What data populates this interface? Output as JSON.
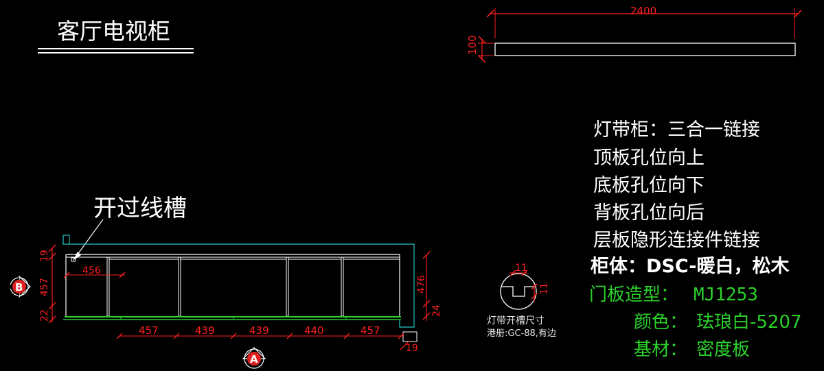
{
  "colors": {
    "background": "#000000",
    "outline": "#ffffff",
    "dimension": "#ff2020",
    "cyan": "#27c9c9",
    "green": "#2bd12b",
    "note_green": "#2bd12b"
  },
  "title": "客厅电视柜",
  "top_panel": {
    "width": "2400",
    "height": "100"
  },
  "slot_label": "开过线槽",
  "notes_white": [
    "灯带柜：三合一链接",
    "顶板孔位向上",
    "底板孔位向下",
    "背板孔位向后",
    "层板隐形连接件链接",
    "柜体：DSC-暖白，松木"
  ],
  "notes_green": [
    {
      "label": "门板造型：",
      "value": "MJ1253"
    },
    {
      "label": "颜色：",
      "value": "珐琅白-5207"
    },
    {
      "label": "基材：",
      "value": "密度板"
    }
  ],
  "dims": {
    "left_top": "19",
    "left_mid": "457",
    "left_bottom": "22",
    "inner_width": "456",
    "right_height": "476",
    "right_bottom": "24",
    "corner": "19",
    "bottom": [
      "457",
      "439",
      "439",
      "440",
      "457"
    ]
  },
  "markers": {
    "left": "B",
    "bottom": "A"
  },
  "groove_detail": {
    "width": "11",
    "depth": "11",
    "caption": "灯带开槽尺寸",
    "sub": "港册:GC-88,有边"
  }
}
